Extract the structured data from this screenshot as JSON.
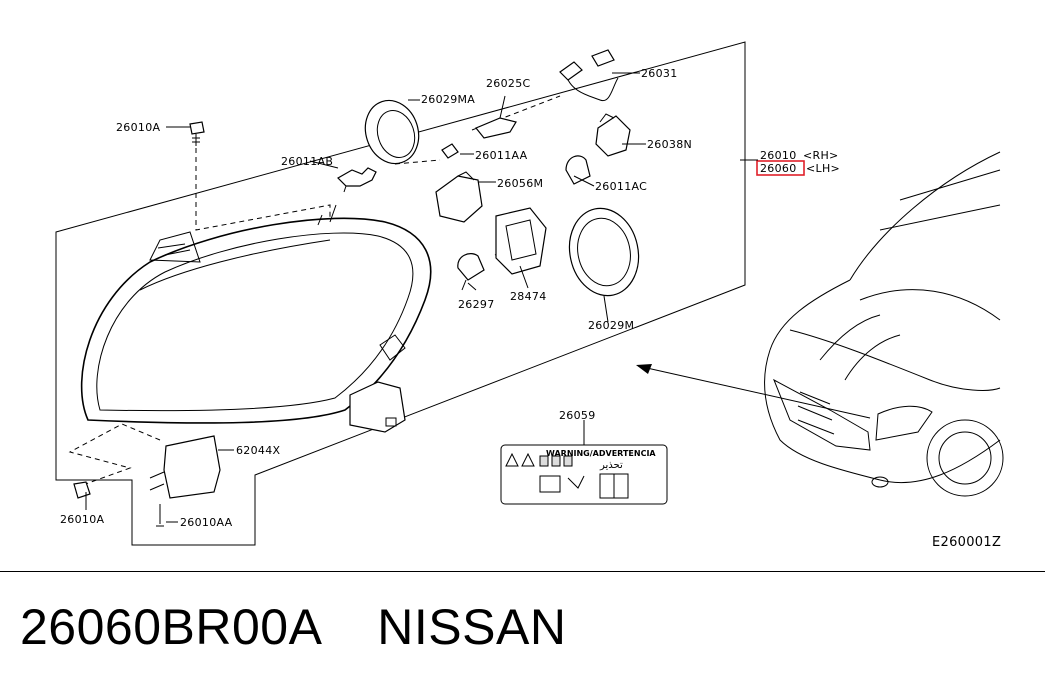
{
  "footer": {
    "part_number": "26060BR00A",
    "brand": "NISSAN"
  },
  "diagram_code": "E260001Z",
  "callouts": {
    "c26010A_top": "26010A",
    "c26011AB": "26011AB",
    "c26029MA": "26029MA",
    "c26025C": "26025C",
    "c26031": "26031",
    "c26011AA": "26011AA",
    "c26038N": "26038N",
    "c26056M": "26056M",
    "c26011AC": "26011AC",
    "c26010_rh_num": "26010",
    "c26010_rh_side": "<RH>",
    "c26060_lh_num": "26060",
    "c26060_lh_side": "<LH>",
    "c26297": "26297",
    "c28474": "28474",
    "c26029M": "26029M",
    "c26059": "26059",
    "c62044X": "62044X",
    "c26010A_bottom": "26010A",
    "c26010AA": "26010AA"
  },
  "warning_label": {
    "title": "WARNING/ADVERTENCIA",
    "arabic": "تحذير"
  },
  "colors": {
    "highlight": "#e0202a",
    "line": "#000000"
  }
}
